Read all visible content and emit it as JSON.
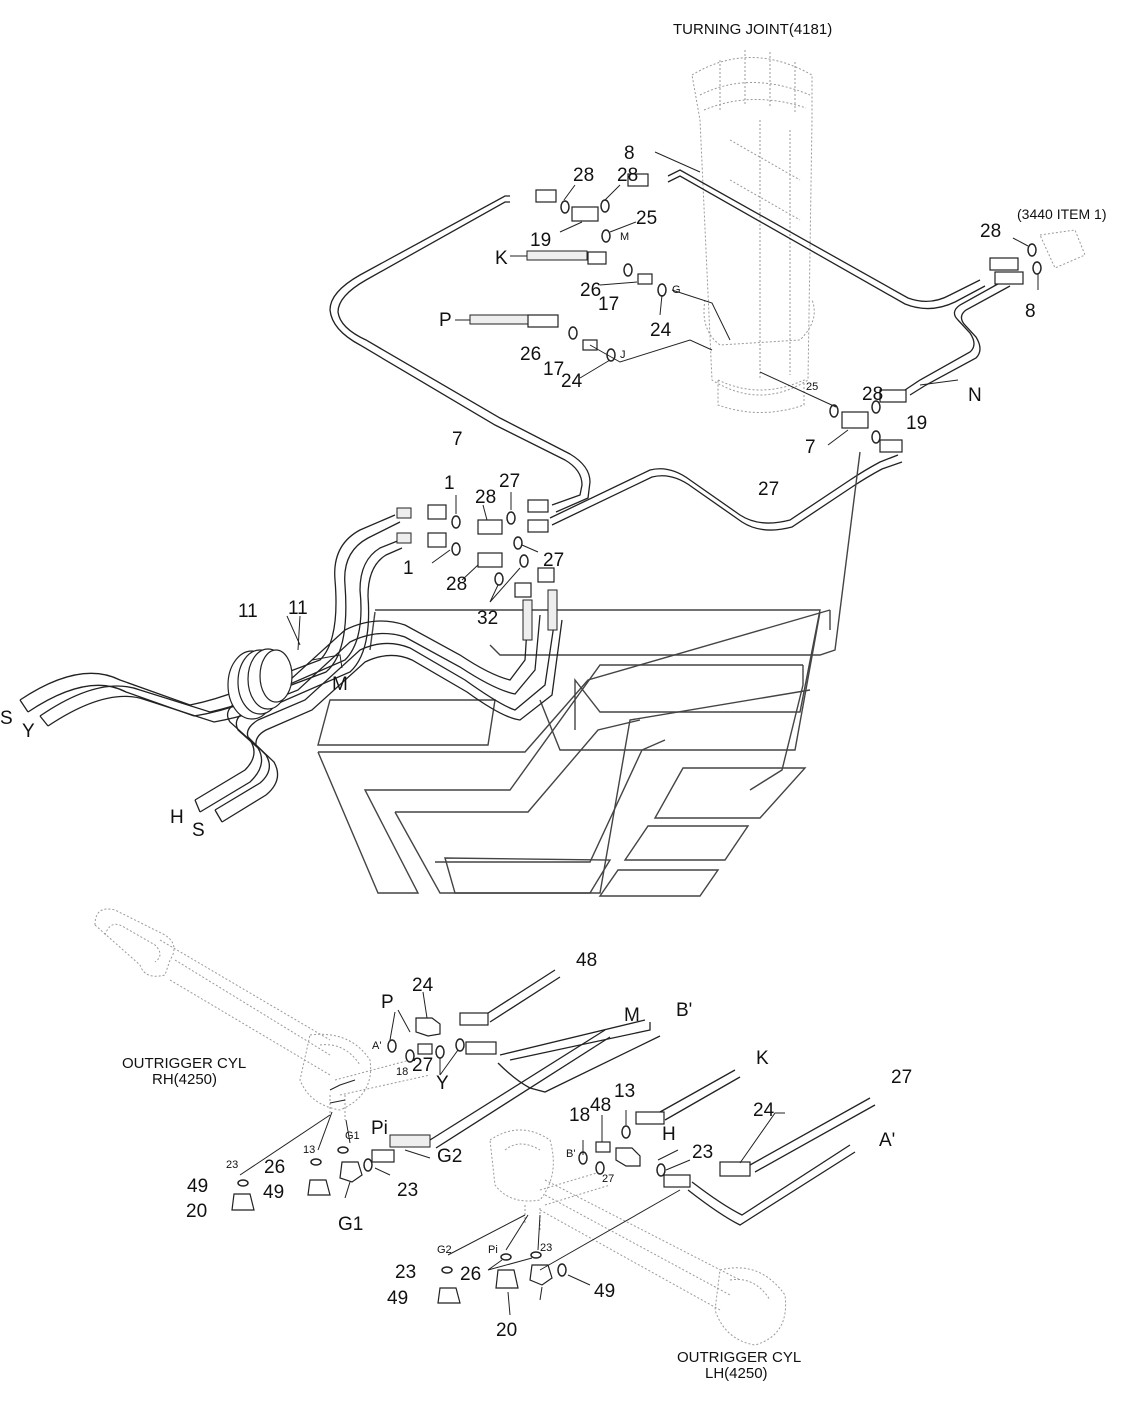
{
  "title_turning_joint": "TURNING JOINT(4181)",
  "note_3440": "(3440 ITEM 1)",
  "outrigger_rh_line1": "OUTRIGGER CYL",
  "outrigger_rh_line2": "RH(4250)",
  "outrigger_lh_line1": "OUTRIGGER CYL",
  "outrigger_lh_line2": "LH(4250)",
  "callouts": [
    {
      "id": "c-8a",
      "text": "8"
    },
    {
      "id": "c-28a",
      "text": "28"
    },
    {
      "id": "c-19a",
      "text": "19"
    },
    {
      "id": "c-25a",
      "text": "25"
    },
    {
      "id": "c-Ma",
      "text": "M"
    },
    {
      "id": "c-K",
      "text": "K"
    },
    {
      "id": "c-26a",
      "text": "26"
    },
    {
      "id": "c-17a",
      "text": "17"
    },
    {
      "id": "c-Ga",
      "text": "G"
    },
    {
      "id": "c-24a",
      "text": "24"
    },
    {
      "id": "c-P",
      "text": "P"
    },
    {
      "id": "c-26b",
      "text": "26"
    },
    {
      "id": "c-17b",
      "text": "17"
    },
    {
      "id": "c-24b",
      "text": "24"
    },
    {
      "id": "c-Ja",
      "text": "J"
    },
    {
      "id": "c-28b",
      "text": "28"
    },
    {
      "id": "c-28c",
      "text": "28"
    },
    {
      "id": "c-8b",
      "text": "8"
    },
    {
      "id": "c-Na",
      "text": "N"
    },
    {
      "id": "c-25b",
      "text": "25"
    },
    {
      "id": "c-28d",
      "text": "28"
    },
    {
      "id": "c-19b",
      "text": "19"
    },
    {
      "id": "c-7a",
      "text": "7"
    },
    {
      "id": "c-7b",
      "text": "7"
    },
    {
      "id": "c-27a",
      "text": "27"
    },
    {
      "id": "c-1a",
      "text": "1"
    },
    {
      "id": "c-28e",
      "text": "28"
    },
    {
      "id": "c-27b",
      "text": "27"
    },
    {
      "id": "c-1b",
      "text": "1"
    },
    {
      "id": "c-28f",
      "text": "28"
    },
    {
      "id": "c-27c",
      "text": "27"
    },
    {
      "id": "c-32",
      "text": "32"
    },
    {
      "id": "c-11a",
      "text": "11"
    },
    {
      "id": "c-11b",
      "text": "11"
    },
    {
      "id": "c-M",
      "text": "M"
    },
    {
      "id": "c-S",
      "text": "S"
    },
    {
      "id": "c-Y",
      "text": "Y"
    },
    {
      "id": "c-H",
      "text": "H"
    },
    {
      "id": "c-S2",
      "text": "S"
    },
    {
      "id": "c-48a",
      "text": "48"
    },
    {
      "id": "c-24c",
      "text": "24"
    },
    {
      "id": "c-P2",
      "text": "P"
    },
    {
      "id": "c-M2",
      "text": "M"
    },
    {
      "id": "c-Bp1",
      "text": "B'"
    },
    {
      "id": "c-Ap1",
      "text": "A'"
    },
    {
      "id": "c-18a",
      "text": "18"
    },
    {
      "id": "c-27d",
      "text": "27"
    },
    {
      "id": "c-Y2",
      "text": "Y"
    },
    {
      "id": "c-K2",
      "text": "K"
    },
    {
      "id": "c-27e",
      "text": "27"
    },
    {
      "id": "c-13a",
      "text": "13"
    },
    {
      "id": "c-24d",
      "text": "24"
    },
    {
      "id": "c-18b",
      "text": "18"
    },
    {
      "id": "c-48b",
      "text": "48"
    },
    {
      "id": "c-H2",
      "text": "H"
    },
    {
      "id": "c-Ap2",
      "text": "A'"
    },
    {
      "id": "c-Bp2",
      "text": "B'"
    },
    {
      "id": "c-27f",
      "text": "27"
    },
    {
      "id": "c-23a",
      "text": "23"
    },
    {
      "id": "c-Pi1",
      "text": "Pi"
    },
    {
      "id": "c-G1a",
      "text": "G1"
    },
    {
      "id": "c-13b",
      "text": "13"
    },
    {
      "id": "c-G2a",
      "text": "G2"
    },
    {
      "id": "c-23b",
      "text": "23"
    },
    {
      "id": "c-26c",
      "text": "26"
    },
    {
      "id": "c-23c",
      "text": "23"
    },
    {
      "id": "c-49a",
      "text": "49"
    },
    {
      "id": "c-49b",
      "text": "49"
    },
    {
      "id": "c-20a",
      "text": "20"
    },
    {
      "id": "c-G1b",
      "text": "G1"
    },
    {
      "id": "c-G2b",
      "text": "G2"
    },
    {
      "id": "c-Pi2",
      "text": "Pi"
    },
    {
      "id": "c-23d",
      "text": "23"
    },
    {
      "id": "c-23e",
      "text": "23"
    },
    {
      "id": "c-26d",
      "text": "26"
    },
    {
      "id": "c-49c",
      "text": "49"
    },
    {
      "id": "c-49d",
      "text": "49"
    },
    {
      "id": "c-20b",
      "text": "20"
    }
  ]
}
